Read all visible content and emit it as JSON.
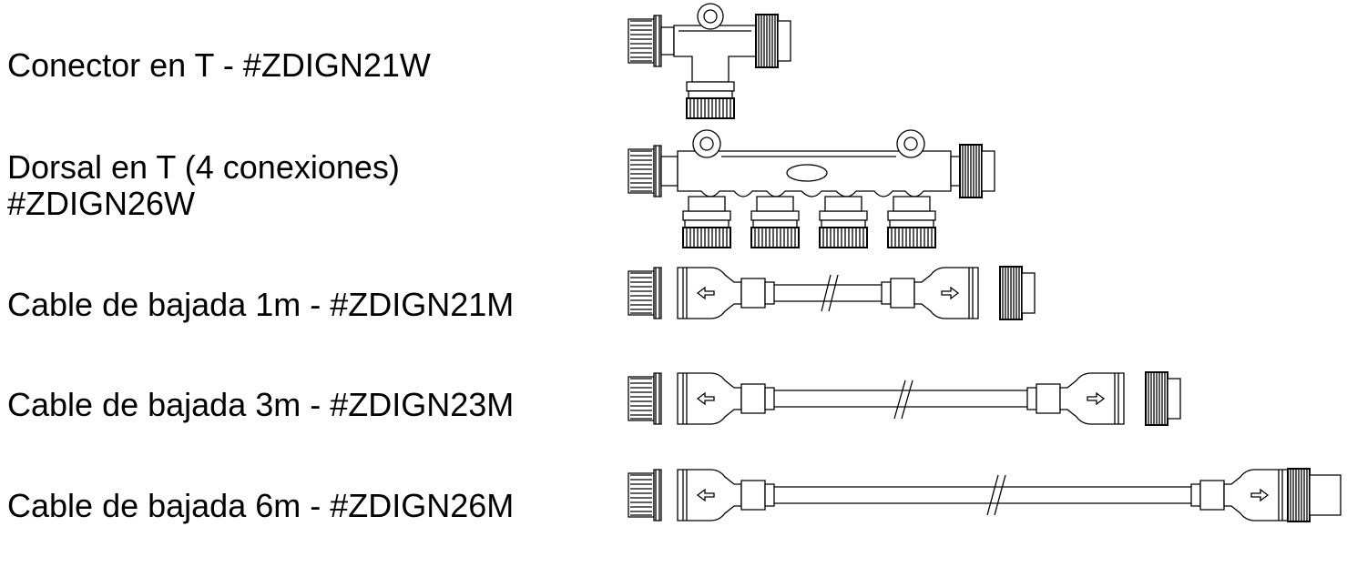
{
  "products": [
    {
      "name": "Conector en T - #ZDIGN21W",
      "drawing": "t-connector-icon"
    },
    {
      "name": "Dorsal en T (4 conexiones)",
      "name_line2": "#ZDIGN26W",
      "drawing": "four-port-backbone-icon"
    },
    {
      "name": "Cable de bajada 1m - #ZDIGN21M",
      "drawing": "drop-cable-icon"
    },
    {
      "name": "Cable de bajada 3m - #ZDIGN23M",
      "drawing": "drop-cable-icon"
    },
    {
      "name": "Cable de bajada 6m - #ZDIGN26M",
      "drawing": "drop-cable-icon"
    }
  ],
  "colors": {
    "line": "#000000",
    "background": "#ffffff"
  }
}
